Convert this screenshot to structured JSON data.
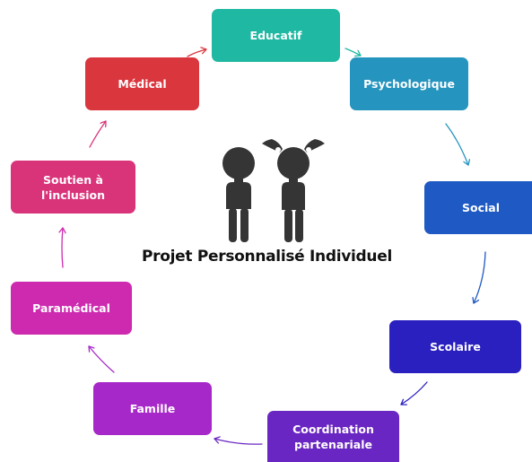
{
  "center": {
    "title": "Projet Personnalisé Individuel",
    "icon": "children-icon"
  },
  "nodes": [
    {
      "id": "educatif",
      "label": "Educatif",
      "color": "#1fb8a2"
    },
    {
      "id": "psychologique",
      "label": "Psychologique",
      "color": "#2594bf"
    },
    {
      "id": "social",
      "label": "Social",
      "color": "#1e59c4"
    },
    {
      "id": "scolaire",
      "label": "Scolaire",
      "color": "#2a1fbf"
    },
    {
      "id": "coordination",
      "label": "Coordination\npartenariale",
      "color": "#6a26c2"
    },
    {
      "id": "famille",
      "label": "Famille",
      "color": "#a728c9"
    },
    {
      "id": "paramedical",
      "label": "Paramédical",
      "color": "#cd2aaf"
    },
    {
      "id": "soutien",
      "label": "Soutien à\nl'inclusion",
      "color": "#d9347a"
    },
    {
      "id": "medical",
      "label": "Médical",
      "color": "#d9363e"
    }
  ]
}
